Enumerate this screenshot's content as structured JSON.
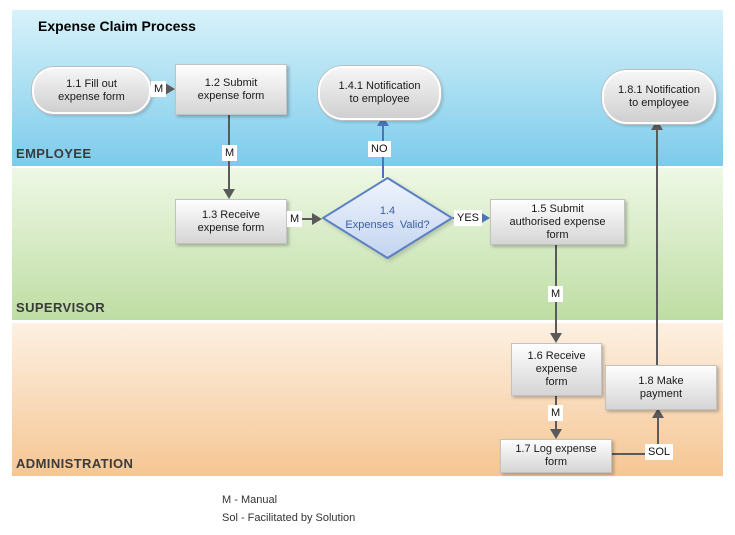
{
  "title": "Expense Claim Process",
  "lanes": [
    {
      "label": "EMPLOYEE"
    },
    {
      "label": "SUPERVISOR"
    },
    {
      "label": "ADMINISTRATION"
    }
  ],
  "nodes": {
    "start_1_1": {
      "label": "1.1 Fill out\nexpense form",
      "type": "start-event"
    },
    "task_1_2": {
      "label": "1.2 Submit\nexpense form",
      "type": "task"
    },
    "task_1_3": {
      "label": "1.3 Receive\nexpense form",
      "type": "task"
    },
    "decision_1_4": {
      "number": "1.4",
      "question": "Expenses  Valid?",
      "type": "decision"
    },
    "event_1_4_1": {
      "label": "1.4.1 Notification\nto employee",
      "type": "end-event"
    },
    "task_1_5": {
      "label": "1.5 Submit\nauthorised expense\nform",
      "type": "task"
    },
    "task_1_6": {
      "label": "1.6 Receive\nexpense\nform",
      "type": "task"
    },
    "task_1_7": {
      "label": "1.7 Log expense\nform",
      "type": "task"
    },
    "task_1_8": {
      "label": "1.8 Make\npayment",
      "type": "task"
    },
    "event_1_8_1": {
      "label": "1.8.1 Notification\nto employee",
      "type": "end-event"
    }
  },
  "connectors": [
    {
      "from": "1.1",
      "to": "1.2",
      "label": "M"
    },
    {
      "from": "1.2",
      "to": "1.3",
      "label": "M"
    },
    {
      "from": "1.3",
      "to": "1.4",
      "label": "M"
    },
    {
      "from": "1.4",
      "to": "1.4.1",
      "label": "NO"
    },
    {
      "from": "1.4",
      "to": "1.5",
      "label": "YES"
    },
    {
      "from": "1.5",
      "to": "1.6",
      "label": "M"
    },
    {
      "from": "1.6",
      "to": "1.7",
      "label": "M"
    },
    {
      "from": "1.7",
      "to": "1.8",
      "label": "SOL"
    },
    {
      "from": "1.8",
      "to": "1.8.1",
      "label": ""
    }
  ],
  "legend": [
    "M - Manual",
    "Sol - Facilitated by Solution"
  ],
  "colors": {
    "lane_employee_top": "#d8f2fa",
    "lane_employee_bottom": "#7ccbeb",
    "lane_supervisor_top": "#eef8e5",
    "lane_supervisor_bottom": "#bedda3",
    "lane_administration_top": "#fdf0e2",
    "lane_administration_bottom": "#f5c693",
    "connector_gray": "#5a5a5a",
    "connector_blue": "#4d74ba",
    "decision_border": "#5b7fc5",
    "decision_text": "#3a5fa5"
  }
}
